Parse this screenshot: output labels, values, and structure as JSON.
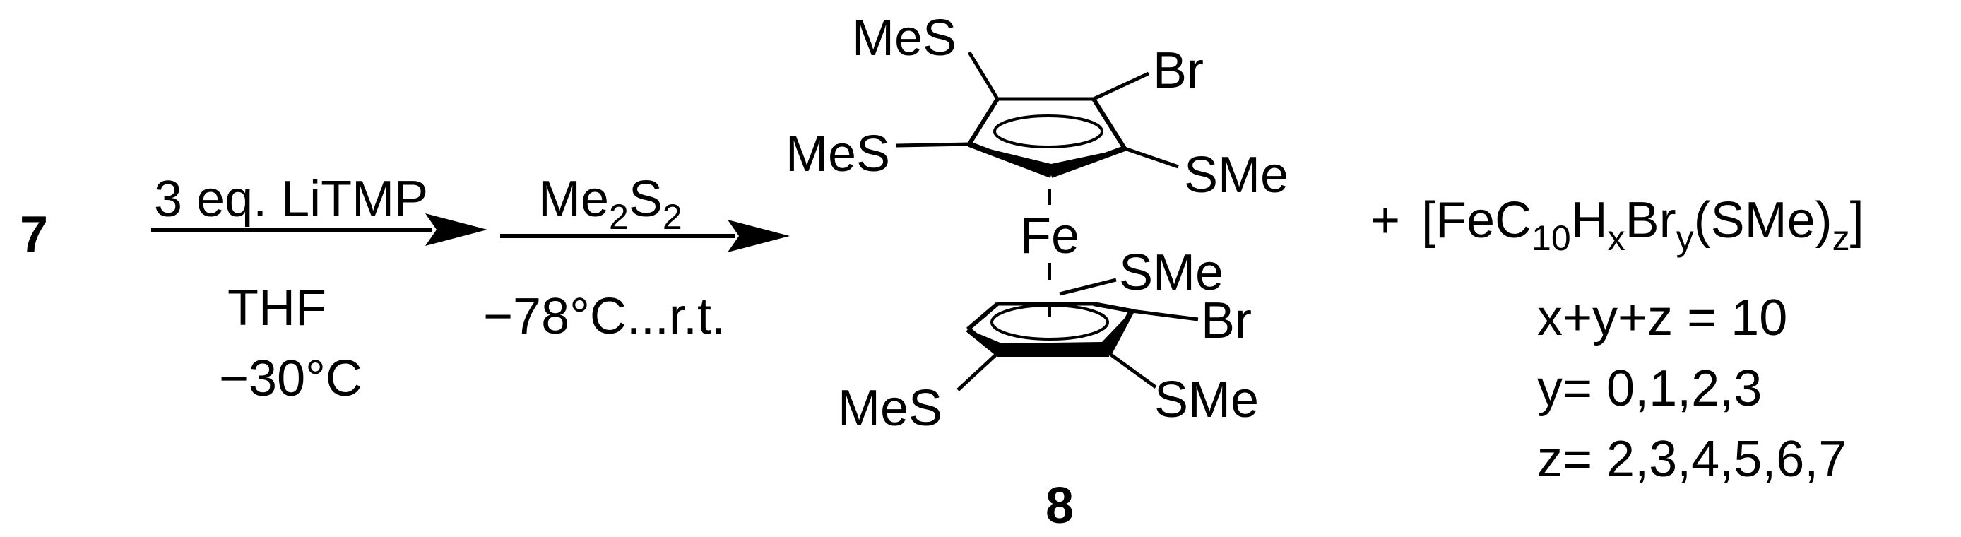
{
  "reactant": {
    "label": "7"
  },
  "step1": {
    "reagent": "3 eq. LiTMP",
    "solvent": "THF",
    "temperature": "−30°C"
  },
  "step2": {
    "reagent": {
      "base": "Me",
      "sub1": "2",
      "mid": "S",
      "sub2": "2"
    },
    "conditions": "−78°C...r.t."
  },
  "product": {
    "label": "8",
    "metal": "Fe",
    "upper_ring": {
      "sme_top": "MeS",
      "br": "Br",
      "sme_left": "MeS",
      "sme_right": "SMe"
    },
    "lower_ring": {
      "sme_top": "SMe",
      "br": "Br",
      "sme_left": "MeS",
      "sme_right": "SMe"
    }
  },
  "byproduct": {
    "plus": "+",
    "formula": [
      {
        "t": "[FeC",
        "s": "n"
      },
      {
        "t": "10",
        "s": "sub"
      },
      {
        "t": "H",
        "s": "n"
      },
      {
        "t": "x",
        "s": "sub"
      },
      {
        "t": "Br",
        "s": "n"
      },
      {
        "t": "y",
        "s": "sub"
      },
      {
        "t": "(SMe)",
        "s": "n"
      },
      {
        "t": "z",
        "s": "sub"
      },
      {
        "t": "]",
        "s": "n"
      }
    ],
    "constraints": [
      "x+y+z = 10",
      "y= 0,1,2,3",
      "z= 2,3,4,5,6,7"
    ]
  }
}
